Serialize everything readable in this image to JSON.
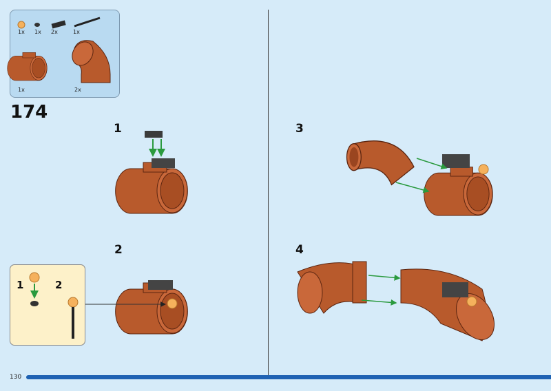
{
  "parts_list": {
    "items": [
      {
        "name": "round-tile-orange",
        "qty": "1x"
      },
      {
        "name": "round-plate-dark",
        "qty": "1x"
      },
      {
        "name": "plate-with-clips",
        "qty": "2x"
      },
      {
        "name": "bar",
        "qty": "1x"
      },
      {
        "name": "pipe-connector",
        "qty": "1x"
      },
      {
        "name": "pipe-elbow",
        "qty": "2x"
      }
    ]
  },
  "step_number": "174",
  "substeps": [
    "1",
    "2",
    "3",
    "4"
  ],
  "subassembly": {
    "steps": [
      "1",
      "2"
    ]
  },
  "page_number": "130",
  "colors": {
    "background": "#d6ebf9",
    "pipe": "#b85a2c",
    "accent_bar": "#1f62b3",
    "arrow": "#2a9a3e"
  }
}
